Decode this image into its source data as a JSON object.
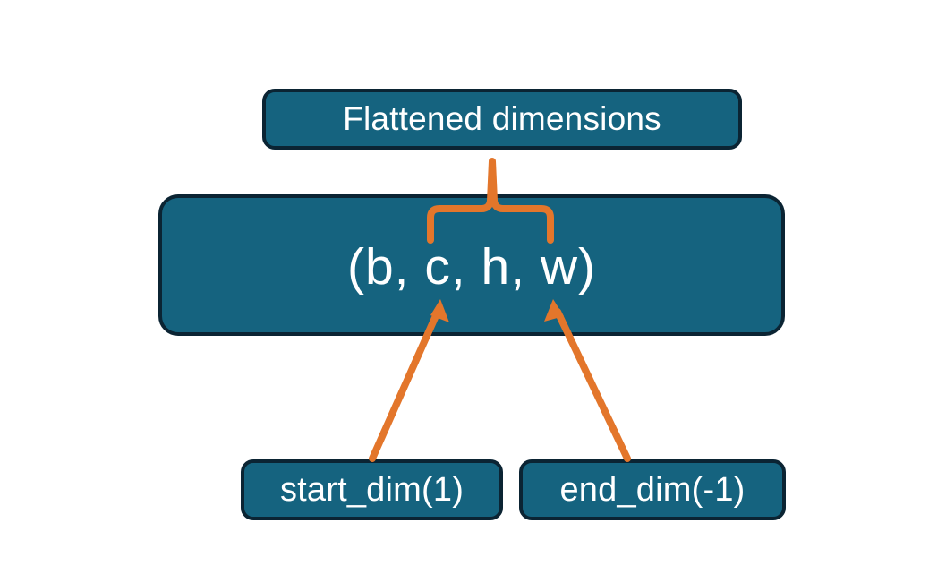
{
  "diagram": {
    "title_node": {
      "label": "Flattened dimensions",
      "name": "flattened-dimensions-box"
    },
    "shape_node": {
      "label": "(b, c, h, w)",
      "name": "tensor-shape-box",
      "dims": [
        "b",
        "c",
        "h",
        "w"
      ]
    },
    "start_node": {
      "label": "start_dim(1)",
      "name": "start-dim-box",
      "value": 1
    },
    "end_node": {
      "label": "end_dim(-1)",
      "name": "end-dim-box",
      "value": -1
    },
    "connectors": {
      "brace": {
        "name": "flattened-range-brace",
        "spans_dims": [
          "c",
          "h",
          "w"
        ],
        "points_to": "Flattened dimensions"
      },
      "start_arrow": {
        "name": "start-dim-arrow",
        "from": "start_dim(1)",
        "to": "c"
      },
      "end_arrow": {
        "name": "end-dim-arrow",
        "from": "end_dim(-1)",
        "to": "w"
      }
    },
    "colors": {
      "box_fill": "#15637F",
      "box_border": "#0B2433",
      "text": "#FFFFFF",
      "accent": "#E3762B",
      "background": "#FFFFFF"
    }
  }
}
